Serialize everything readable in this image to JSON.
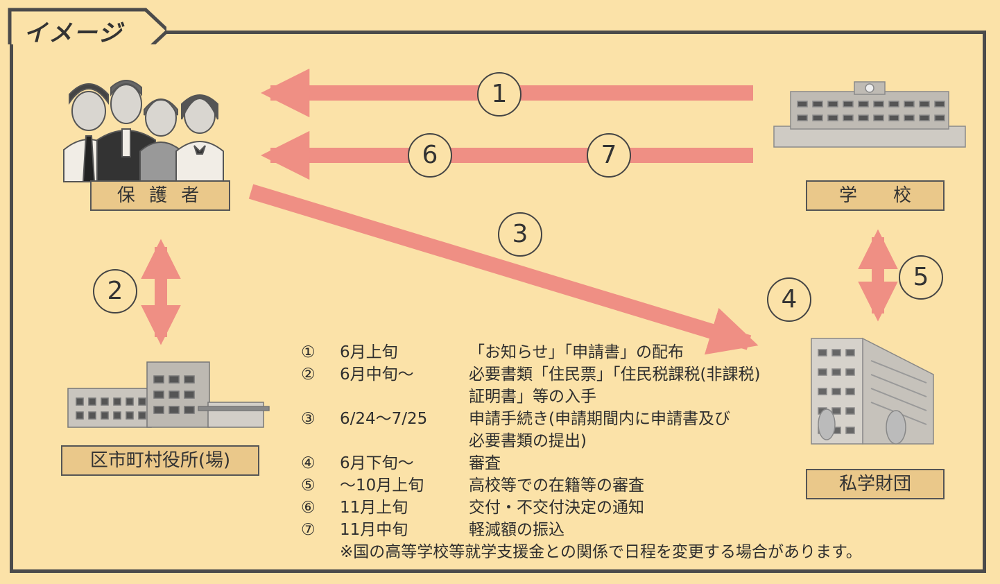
{
  "title": "イメージ",
  "nodes": {
    "guardian": "保 護 者",
    "school": "学　　校",
    "municipal": "区市町村役所(場)",
    "foundation": "私学財団"
  },
  "steps": {
    "s1": "1",
    "s2": "2",
    "s3": "3",
    "s4": "4",
    "s5": "5",
    "s6": "6",
    "s7": "7"
  },
  "schedule": [
    {
      "num": "①",
      "date": "6月上旬",
      "desc": "「お知らせ」「申請書」の配布"
    },
    {
      "num": "②",
      "date": "6月中旬〜",
      "desc": "必要書類「住民票」「住民税課税(非課税)"
    },
    {
      "num": "",
      "date": "",
      "desc": "証明書」等の入手"
    },
    {
      "num": "③",
      "date": "6/24〜7/25",
      "desc": "申請手続き(申請期間内に申請書及び"
    },
    {
      "num": "",
      "date": "",
      "desc": "必要書類の提出)"
    },
    {
      "num": "④",
      "date": "6月下旬〜",
      "desc": "審査"
    },
    {
      "num": "⑤",
      "date": "〜10月上旬",
      "desc": "高校等での在籍等の審査"
    },
    {
      "num": "⑥",
      "date": "11月上旬",
      "desc": "交付・不交付決定の通知"
    },
    {
      "num": "⑦",
      "date": "11月中旬",
      "desc": "軽減額の振込"
    }
  ],
  "footnote": "※国の高等学校等就学支援金との関係で日程を変更する場合があります。",
  "colors": {
    "background": "#fbe2a8",
    "arrow": "#ef8f84",
    "label_box": "#eac88a",
    "border": "#4b4b4b"
  }
}
